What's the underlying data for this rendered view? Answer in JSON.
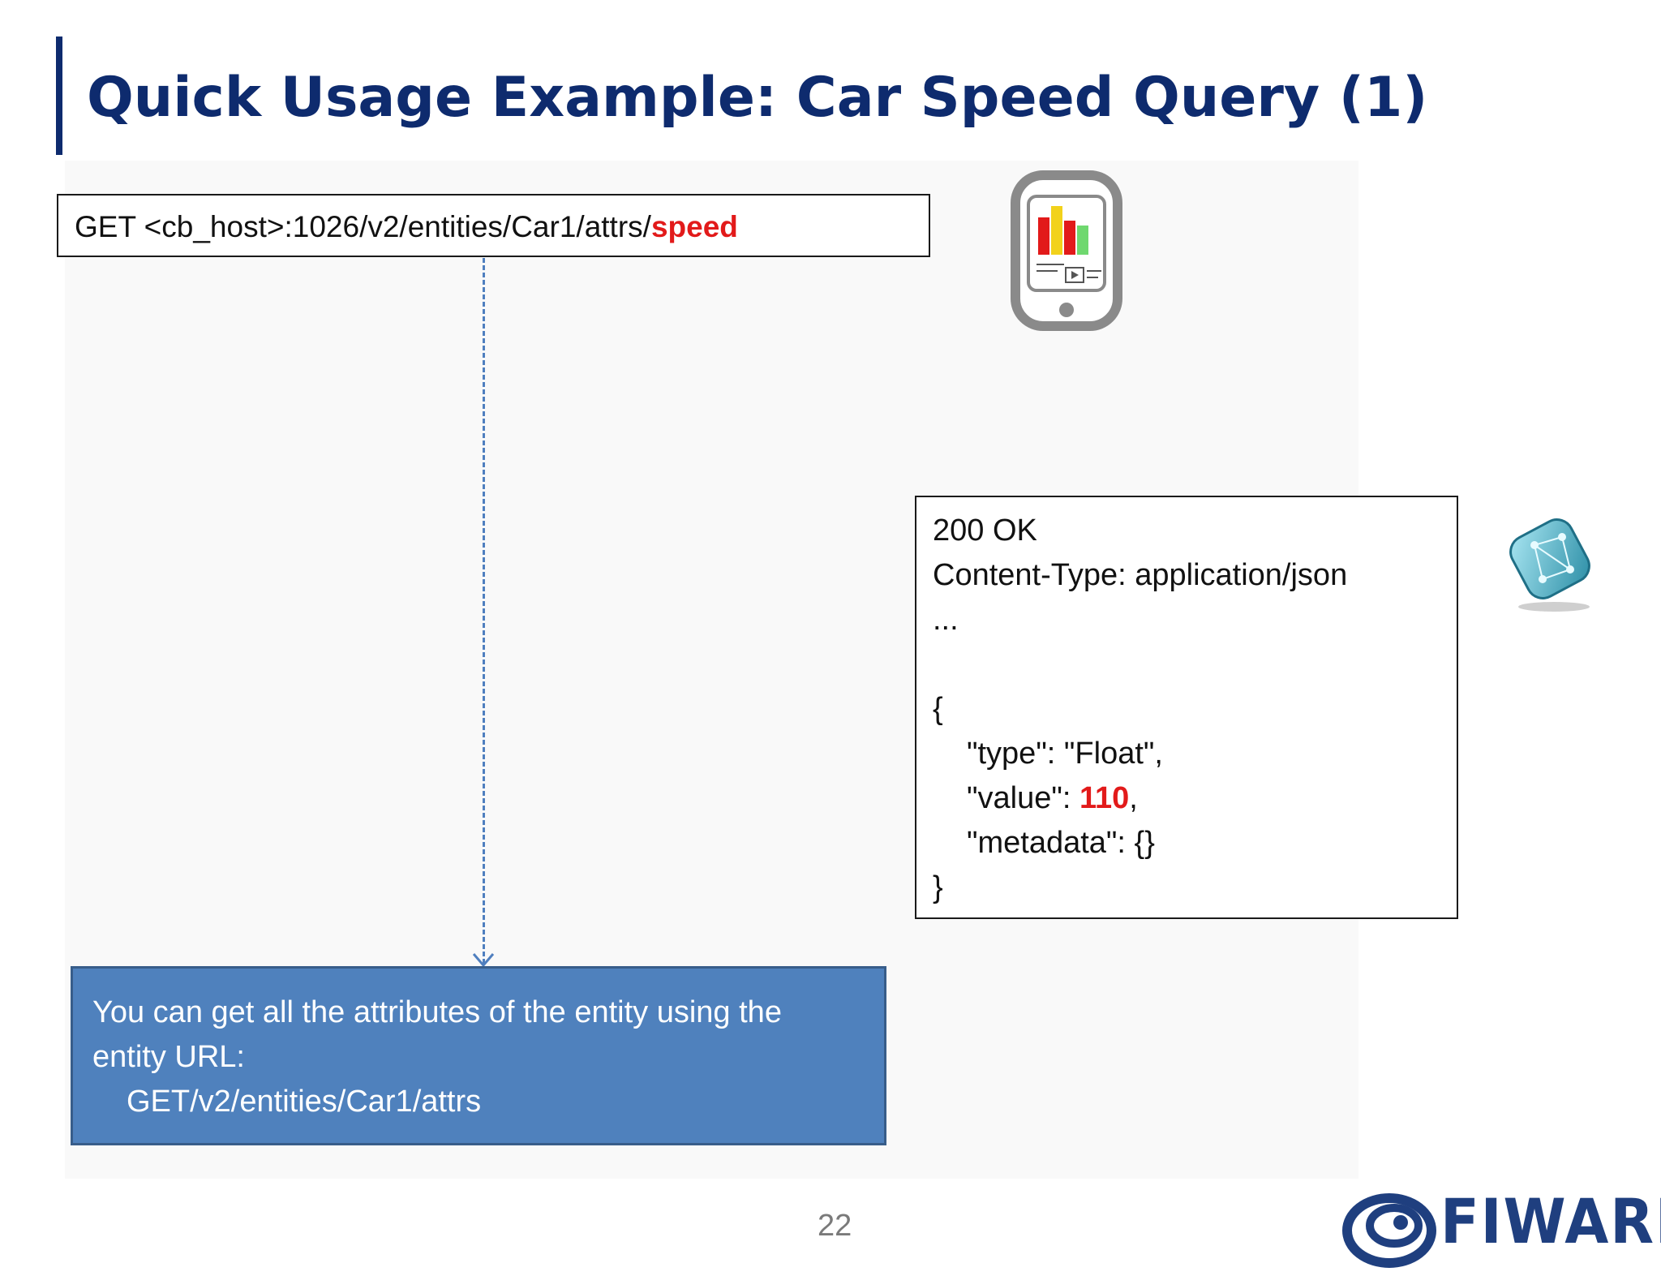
{
  "slide": {
    "title": "Quick Usage Example: Car Speed Query (1)",
    "page_number": "22"
  },
  "request": {
    "prefix": "GET <cb_host>:1026/v2/entities/Car1/attrs/",
    "highlight": "speed"
  },
  "response": {
    "status": "200 OK",
    "content_type": "Content-Type: application/json",
    "ellipsis": "...",
    "open_brace": "{",
    "type_line": "\"type\": \"Float\",",
    "value_key": "\"value\": ",
    "value": "110",
    "value_suffix": ",",
    "metadata_line": "\"metadata\": {}",
    "close_brace": "}"
  },
  "note": {
    "line1": "You can get all the attributes of the entity using the",
    "line2": "entity URL:",
    "line3": "GET/v2/entities/Car1/attrs"
  },
  "logo": {
    "text": "FIWARE"
  },
  "colors": {
    "title": "#0e2b6e",
    "highlight": "#e21a1a",
    "note_bg": "#4f81bd",
    "logo": "#1f3f7f"
  },
  "icons": [
    "smartphone-icon",
    "context-broker-cube-icon",
    "fiware-logo-icon"
  ]
}
